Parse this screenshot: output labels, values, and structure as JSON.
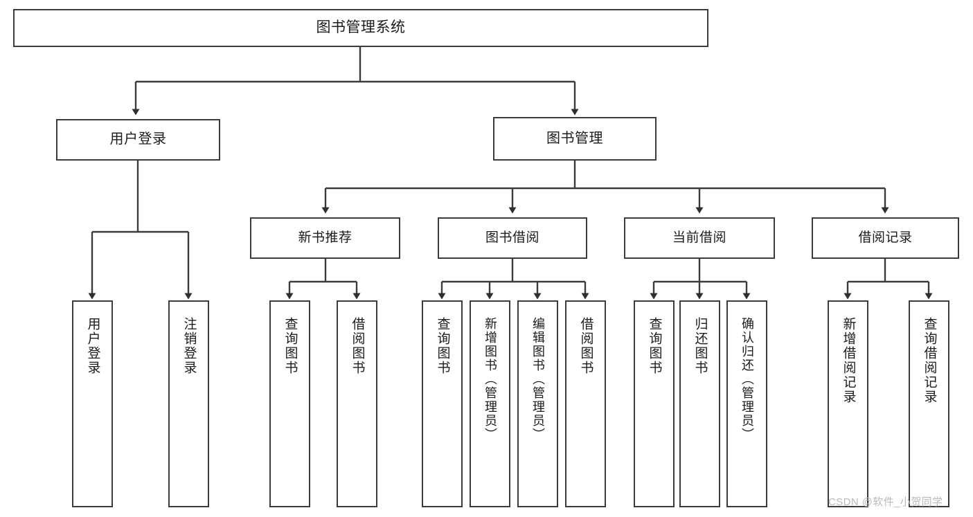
{
  "diagram": {
    "title": "图书管理系统",
    "type": "tree-hierarchy",
    "watermark": "CSDN @软件_小贺同学",
    "colors": {
      "stroke": "#3b3b3b",
      "fill": "#ffffff",
      "text": "#1b1b1b",
      "watermark": "#b9b9b9"
    },
    "nodes": {
      "root": {
        "label": "图书管理系统"
      },
      "level2": [
        {
          "id": "user-login",
          "label": "用户登录"
        },
        {
          "id": "book-manage",
          "label": "图书管理"
        }
      ],
      "level3": [
        {
          "id": "new-book-rec",
          "label": "新书推荐"
        },
        {
          "id": "book-borrow",
          "label": "图书借阅"
        },
        {
          "id": "current-borrow",
          "label": "当前借阅"
        },
        {
          "id": "borrow-record",
          "label": "借阅记录"
        }
      ],
      "leaves": {
        "user_login": [
          {
            "id": "leaf-user-login",
            "label": "用户登录"
          },
          {
            "id": "leaf-logout-login",
            "label": "注销登录"
          }
        ],
        "new_book_rec": [
          {
            "id": "leaf-query-book-1",
            "label": "查询图书"
          },
          {
            "id": "leaf-borrow-book-1",
            "label": "借阅图书"
          }
        ],
        "book_borrow": [
          {
            "id": "leaf-query-book-2",
            "label": "查询图书"
          },
          {
            "id": "leaf-add-book",
            "label": "新增图书（管理员）"
          },
          {
            "id": "leaf-edit-book",
            "label": "编辑图书（管理员）"
          },
          {
            "id": "leaf-borrow-book-2",
            "label": "借阅图书"
          }
        ],
        "current_borrow": [
          {
            "id": "leaf-query-book-3",
            "label": "查询图书"
          },
          {
            "id": "leaf-return-book",
            "label": "归还图书"
          },
          {
            "id": "leaf-confirm-return",
            "label": "确认归还（管理员）"
          }
        ],
        "borrow_record": [
          {
            "id": "leaf-add-record",
            "label": "新增借阅记录"
          },
          {
            "id": "leaf-query-record",
            "label": "查询借阅记录"
          }
        ]
      }
    }
  }
}
